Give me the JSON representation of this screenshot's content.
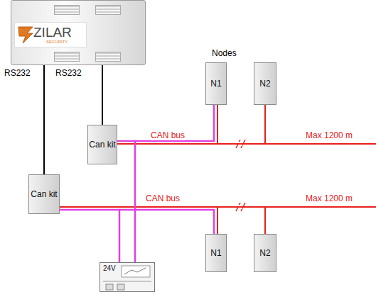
{
  "diagram": {
    "nodes": [
      {
        "text": [
          "ZILAR",
          "SECURITY"
        ]
      },
      {
        "text": [
          "Can kit"
        ]
      },
      {
        "text": [
          "N1"
        ]
      },
      {
        "text": [
          "N2"
        ]
      },
      {
        "text": [
          "Can kit"
        ]
      },
      {
        "text": [
          "N1"
        ]
      },
      {
        "text": [
          "N2"
        ]
      },
      {
        "text": [
          "24V"
        ]
      }
    ],
    "edges": [
      {
        "from": 0,
        "to": 4,
        "label": "RS232",
        "arrow": "none"
      },
      {
        "from": 0,
        "to": 1,
        "label": "RS232",
        "arrow": "none"
      },
      {
        "from": 1,
        "to": 2,
        "label": "CAN bus",
        "arrow": "none"
      },
      {
        "from": 2,
        "to": 3,
        "arrow": "none"
      },
      {
        "from": 4,
        "to": 5,
        "label": "CAN bus",
        "arrow": "none"
      },
      {
        "from": 5,
        "to": 6,
        "arrow": "none"
      },
      {
        "from": 7,
        "to": 1,
        "arrow": "none"
      },
      {
        "from": 7,
        "to": 4,
        "arrow": "none"
      }
    ],
    "labels": [
      "Nodes",
      "Max 1200 m",
      "Max 1200 m"
    ]
  }
}
